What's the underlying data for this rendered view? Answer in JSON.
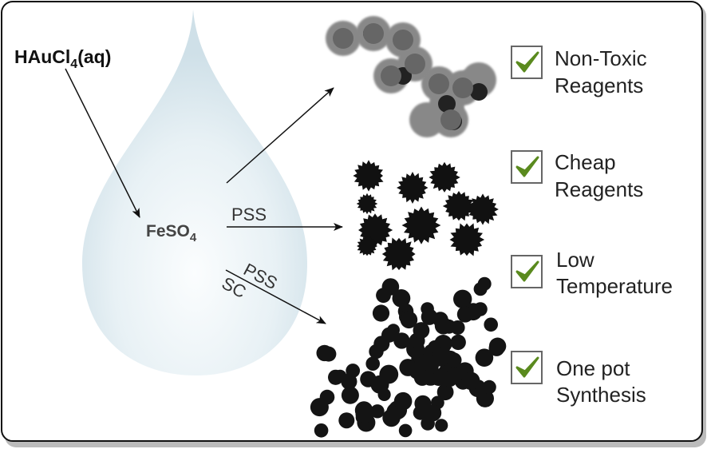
{
  "reactants": {
    "gold_precursor": "HAuCl",
    "gold_precursor_sub": "4",
    "gold_precursor_suffix": "(aq)",
    "reductant": "FeSO",
    "reductant_sub": "4"
  },
  "conditions": {
    "middle_arrow_label": "PSS",
    "bottom_arrow_label_top": "PSS",
    "bottom_arrow_label_bottom": "SC"
  },
  "benefits": [
    {
      "line1": "Non-Toxic",
      "line2": "Reagents",
      "checked": true
    },
    {
      "line1": "Cheap",
      "line2": "Reagents",
      "checked": true
    },
    {
      "line1": "Low",
      "line2": "Temperature",
      "checked": true
    },
    {
      "line1": "One pot",
      "line2": "Synthesis",
      "checked": true
    }
  ],
  "colors": {
    "check": "#5a8a1e",
    "drop": "#d7e6ee",
    "text": "#222222"
  }
}
